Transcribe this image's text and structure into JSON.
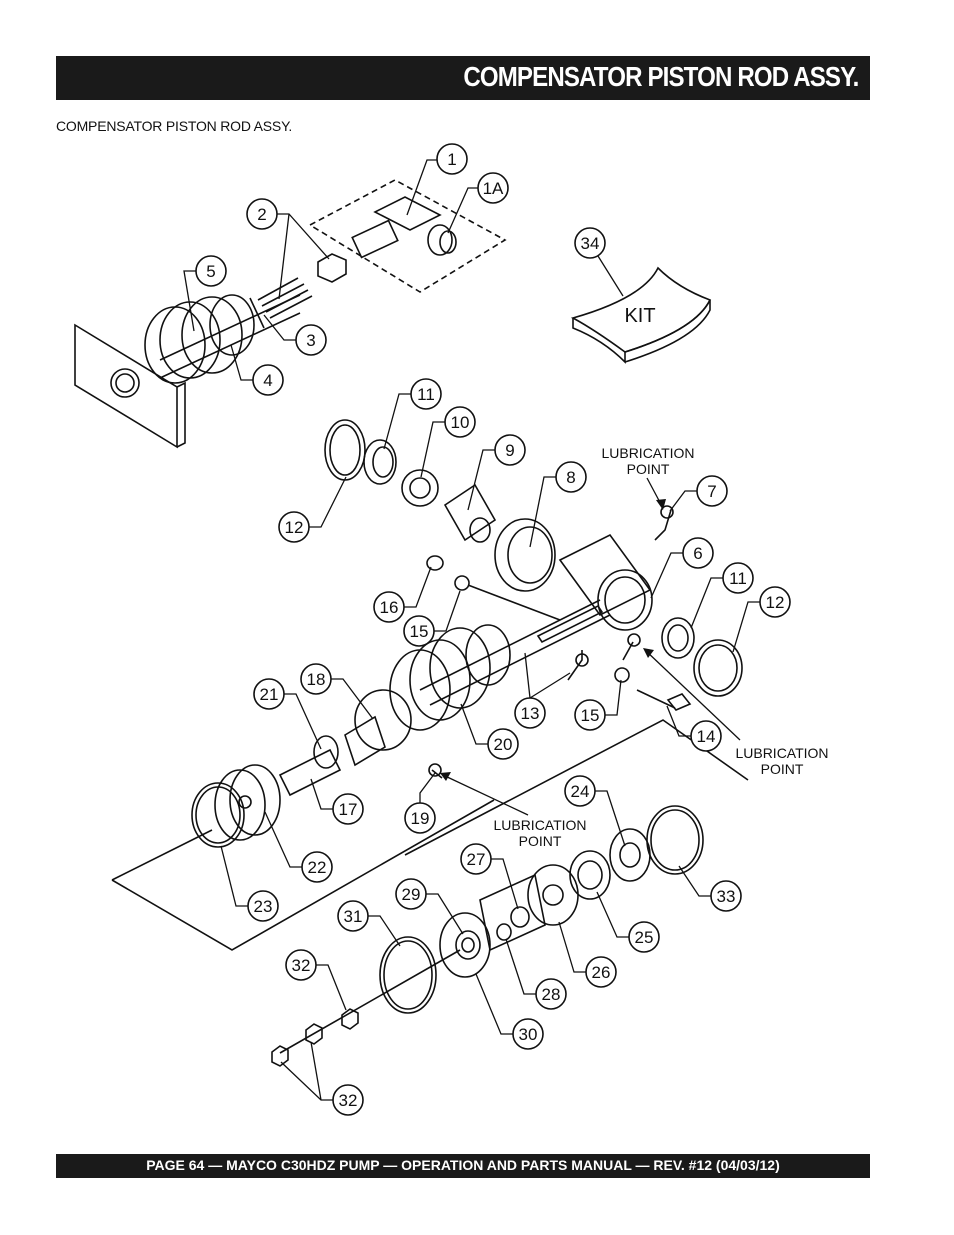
{
  "header": {
    "title": "COMPENSATOR PISTON ROD ASSY."
  },
  "subtitle": "COMPENSATOR PISTON ROD ASSY.",
  "kit_label": "KIT",
  "lubrication_labels": [
    {
      "line1": "LUBRICATION",
      "line2": "POINT"
    },
    {
      "line1": "LUBRICATION",
      "line2": "POINT"
    },
    {
      "line1": "LUBRICATION",
      "line2": "POINT"
    }
  ],
  "callouts": [
    "1",
    "1A",
    "2",
    "3",
    "4",
    "5",
    "34",
    "11",
    "10",
    "9",
    "8",
    "7",
    "6",
    "12",
    "11",
    "12",
    "16",
    "15",
    "18",
    "21",
    "13",
    "15",
    "14",
    "20",
    "17",
    "19",
    "24",
    "27",
    "29",
    "31",
    "33",
    "22",
    "23",
    "25",
    "26",
    "28",
    "32",
    "30",
    "32"
  ],
  "footer": {
    "text": "PAGE 64 — MAYCO C30HDZ PUMP — OPERATION AND PARTS MANUAL — REV. #12 (04/03/12)"
  }
}
